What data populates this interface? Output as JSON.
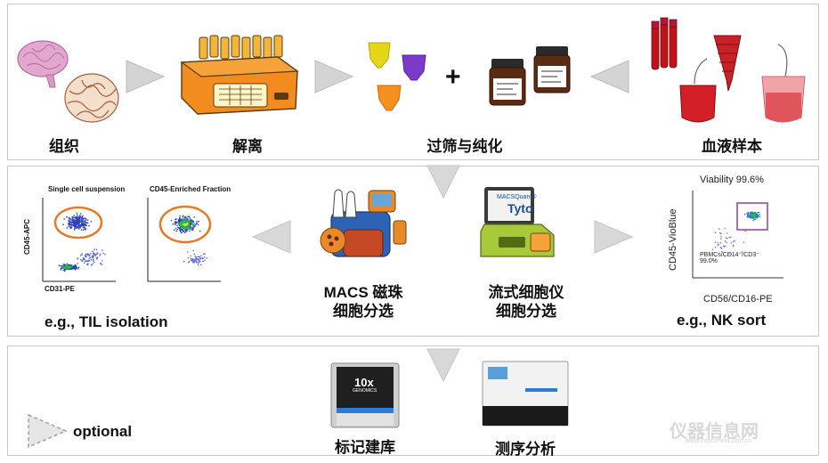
{
  "top_row": {
    "tissue_label": "组织",
    "dissociation_label": "解离",
    "filter_label": "过筛与纯化",
    "blood_label": "血液样本",
    "plus": "+"
  },
  "middle_row": {
    "plot1_title": "Single cell suspension",
    "plot2_title": "CD45-Enriched Fraction",
    "plot_ylabel": "CD45-APC",
    "plot_xlabel": "CD31-PE",
    "til_caption": "e.g., TIL isolation",
    "macs_label_1": "MACS 磁珠",
    "macs_label_2": "细胞分选",
    "flow_label_1": "流式细胞仪",
    "flow_label_2": "细胞分选",
    "tyto_brand": "Tyto",
    "tyto_sub": "MACSQuant®",
    "viability": "Viability 99.6%",
    "nk_ylabel": "CD45-VioBlue",
    "nk_xlabel": "CD56/CD16-PE",
    "nk_gate_1": "PBMCs/CD14⁻/CD3⁻",
    "nk_gate_2": "99.0%",
    "nk_caption": "e.g., NK sort"
  },
  "bottom_row": {
    "optional_label": "optional",
    "library_label": "标记建库",
    "sequencing_label": "测序分析",
    "tenx_logo": "10x",
    "tenx_sub": "GENOMICS"
  },
  "watermark": {
    "text": "仪器信息网",
    "url": "www.instrument.com.cn"
  }
}
